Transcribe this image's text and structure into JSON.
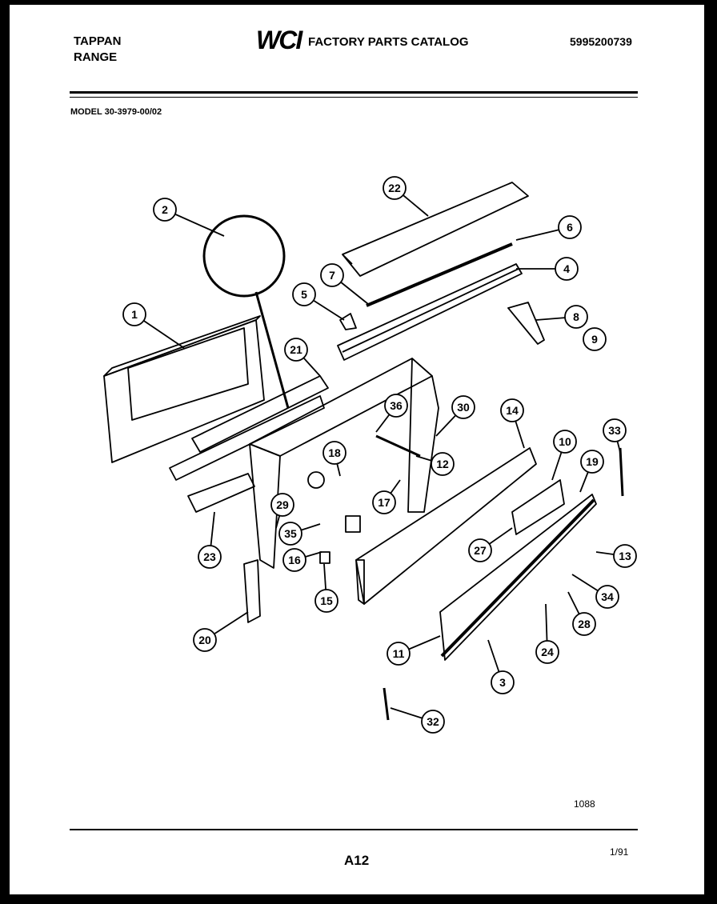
{
  "header": {
    "brand_line1": "TAPPAN",
    "brand_line2": "RANGE",
    "logo": "WCI",
    "catalog_title": "FACTORY PARTS CATALOG",
    "part_number": "5995200739",
    "model": "MODEL 30-3979-00/02"
  },
  "footer": {
    "drawing_code": "1088",
    "page": "A12",
    "date": "1/91"
  },
  "callouts": [
    "1",
    "2",
    "3",
    "4",
    "5",
    "6",
    "7",
    "8",
    "9",
    "10",
    "11",
    "12",
    "13",
    "14",
    "15",
    "16",
    "17",
    "18",
    "19",
    "20",
    "21",
    "22",
    "23",
    "24",
    "27",
    "28",
    "29",
    "30",
    "32",
    "33",
    "34",
    "35",
    "36"
  ],
  "colors": {
    "ink": "#000000",
    "paper": "#ffffff",
    "frame": "#000000"
  }
}
